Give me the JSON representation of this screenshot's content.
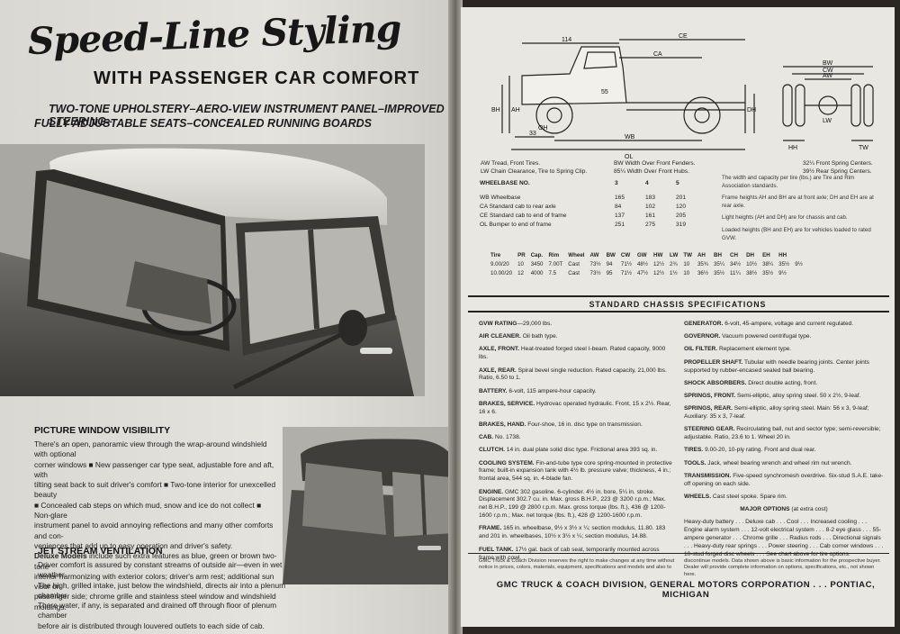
{
  "left": {
    "headline": "Speed-Line Styling",
    "headline_sub": "WITH PASSENGER CAR COMFORT",
    "subhead_1": "TWO-TONE UPHOLSTERY–AERO-VIEW INSTRUMENT PANEL–IMPROVED STEERING–",
    "subhead_2": "FULLY ADJUSTABLE SEATS–CONCEALED RUNNING BOARDS",
    "section_1_title": "PICTURE WINDOW VISIBILITY",
    "section_1_lines": [
      "There's an open, panoramic view through the wrap-around windshield with optional",
      "corner windows ■ New passenger car type seat, adjustable fore and aft, with",
      "tilting seat back to suit driver's comfort ■ Two-tone interior for unexcelled beauty",
      "■ Concealed cab steps on which mud, snow and ice do not collect ■ Non-glare",
      "instrument panel to avoid annoying reflections and many other comforts and con-",
      "veniences that add up to easy operation and driver's safety."
    ],
    "deluxe_title": "Deluxe Models",
    "deluxe_lines": [
      "such extra features as blue, green or brown two-tone",
      "interior harmonizing with exterior colors; driver's arm rest; additional sun visor on",
      "passenger side; chrome grille and stainless steel window and windshield moldings."
    ],
    "deluxe_lead": "include",
    "section_2_title": "JET STREAM VENTILATION",
    "section_2_lines": [
      "Driver comfort is assured by constant streams of outside air—even in wet weather.",
      "The high, grilled intake, just below the windshield, directs air into a plenum chamber.",
      "There water, if any, is separated and drained off through floor of plenum chamber",
      "before air is distributed through louvered outlets to each side of cab."
    ]
  },
  "right": {
    "diagram_labels": {
      "ce": "CE",
      "ca": "CA",
      "wb": "WB",
      "ol": "OL",
      "cw": "CW",
      "bw": "BW",
      "aw": "AW",
      "tw": "TW",
      "bh": "BH",
      "ah": "AH",
      "oh": "OH",
      "dh": "DH",
      "hh": "HH",
      "lw": "LW",
      "d114": "114",
      "d55": "55",
      "d33": "33"
    },
    "legend": [
      "AW  Tread, Front Tires.",
      "LW  Chain Clearance, Tire to Spring Clip.",
      "BW  Width Over Front Fenders.",
      "85¼  Width Over Front Hubs.",
      "32¼  Front Spring Centers.",
      "39½  Rear Spring Centers."
    ],
    "wheelbase": {
      "header": [
        "WHEELBASE NO.",
        "3",
        "4",
        "5"
      ],
      "rows": [
        [
          "WB  Wheelbase",
          "165",
          "183",
          "201"
        ],
        [
          "CA  Standard cab to rear axle",
          "84",
          "102",
          "120"
        ],
        [
          "CE  Standard cab to end of frame",
          "137",
          "161",
          "205"
        ],
        [
          "OL  Bumper to end of frame",
          "251",
          "275",
          "319"
        ]
      ]
    },
    "notes": [
      "The width and capacity per tire (lbs.) are Tire and Rim Association standards.",
      "Frame heights AH and BH are at front axle; DH and EH are at rear axle.",
      "Light heights (AH and DH) are for chassis and cab.",
      "Loaded heights (BH and EH) are for vehicles loaded to rated GVW."
    ],
    "tire_table": {
      "header": [
        "Tire",
        "PR",
        "Cap.",
        "Rim",
        "Wheel",
        "AW",
        "BW",
        "CW",
        "GW",
        "HW",
        "LW",
        "TW",
        "AH",
        "BH",
        "CH",
        "DH",
        "EH",
        "HH"
      ],
      "rows": [
        [
          "9.00/20",
          "10",
          "3450",
          "7.00T",
          "Cast",
          "73½",
          "94",
          "71½",
          "48½",
          "12½",
          "2¾",
          "10",
          "35¾",
          "35¼",
          "34½",
          "10½",
          "38¼",
          "35½",
          "9½"
        ],
        [
          "10.00/20",
          "12",
          "4000",
          "7.5",
          "Cast",
          "73½",
          "95",
          "71½",
          "47½",
          "12½",
          "1½",
          "10",
          "36½",
          "35½",
          "11¼",
          "38½",
          "35½",
          "9½"
        ]
      ]
    },
    "std_title": "STANDARD CHASSIS SPECIFICATIONS",
    "spec_left": [
      {
        "k": "GVW RATING",
        "v": "—29,000 lbs."
      },
      {
        "k": "AIR CLEANER.",
        "v": "Oil bath type."
      },
      {
        "k": "AXLE, FRONT.",
        "v": "Heat-treated forged steel I-beam. Rated capacity, 9000 lbs."
      },
      {
        "k": "AXLE, REAR.",
        "v": "Spiral bevel single reduction. Rated capacity, 21,000 lbs. Ratio, 6.50 to 1."
      },
      {
        "k": "BATTERY.",
        "v": "6-volt, 115 ampere-hour capacity."
      },
      {
        "k": "BRAKES, SERVICE.",
        "v": "Hydrovac operated hydraulic. Front, 15 x 2½. Rear, 16 x 6."
      },
      {
        "k": "BRAKES, HAND.",
        "v": "Four-shoe, 16 in. disc type on transmission."
      },
      {
        "k": "CAB.",
        "v": "No. 1738."
      },
      {
        "k": "CLUTCH.",
        "v": "14 in. dual plate solid disc type. Frictional area 393 sq. in."
      },
      {
        "k": "COOLING SYSTEM.",
        "v": "Fin-and-tube type core spring-mounted in protective frame; built-in expansion tank with 4½ lb. pressure valve; thickness, 4 in.; frontal area, 544 sq. in. 4-blade fan."
      },
      {
        "k": "ENGINE.",
        "v": "GMC 302 gasoline. 6-cylinder. 4½ in. bore, 5¼ in. stroke. Displacement 302.7 cu. in. Max. gross B.H.P., 223 @ 3200 r.p.m.; Max. net B.H.P., 199 @ 2800 r.p.m. Max. gross torque (lbs. ft.), 436 @ 1200-1600 r.p.m.; Max. net torque (lbs. ft.), 428 @ 1200-1600 r.p.m."
      },
      {
        "k": "FRAME.",
        "v": "165 in. wheelbase, 9½ x 3½ x ¼; section modulus, 11.80. 183 and 201 in. wheelbases, 10½ x 3½ x ¼; section modulus, 14.88."
      },
      {
        "k": "FUEL TANK.",
        "v": "17½ gal. back of cab seat, temporarily mounted across frame with cowl."
      }
    ],
    "spec_right": [
      {
        "k": "GENERATOR.",
        "v": "6-volt, 45-ampere, voltage and current regulated."
      },
      {
        "k": "GOVERNOR.",
        "v": "Vacuum powered centrifugal type."
      },
      {
        "k": "OIL FILTER.",
        "v": "Replacement element type."
      },
      {
        "k": "PROPELLER SHAFT.",
        "v": "Tubular with needle bearing joints. Center joints supported by rubber-encased sealed ball bearing."
      },
      {
        "k": "SHOCK ABSORBERS.",
        "v": "Direct double acting, front."
      },
      {
        "k": "SPRINGS, FRONT.",
        "v": "Semi-elliptic, alloy spring steel. 50 x 2½, 9-leaf."
      },
      {
        "k": "SPRINGS, REAR.",
        "v": "Semi-elliptic, alloy spring steel. Main: 56 x 3, 9-leaf; Auxiliary: 35 x 3, 7-leaf."
      },
      {
        "k": "STEERING GEAR.",
        "v": "Recirculating ball, nut and sector type; semi-reversible; adjustable. Ratio, 23.6 to 1. Wheel 20 in."
      },
      {
        "k": "TIRES.",
        "v": "9.00-20, 10-ply rating. Front and dual rear."
      },
      {
        "k": "TOOLS.",
        "v": "Jack, wheel bearing wrench and wheel rim nut wrench."
      },
      {
        "k": "TRANSMISSION.",
        "v": "Five-speed synchromesh overdrive. Six-stud S.A.E. take-off opening on each side."
      },
      {
        "k": "WHEELS.",
        "v": "Cast steel spoke. Spare rim."
      },
      {
        "k": "MAJOR OPTIONS",
        "v": "(at extra cost)"
      },
      {
        "k": "",
        "v": "Heavy-duty battery . . . Deluxe cab . . . Cool . . . Increased cooling . . . Engine alarm system . . . 12-volt electrical system . . . 8-2 eye glass . . . 55-ampere generator . . . Chrome grille . . . Radius rods . . . Directional signals . . . Heavy-duty rear springs . . . Power steering . . . Cab corner windows . . . 10-stud forged disc wheels . . . See chart above for tire options."
      }
    ],
    "footer_note_left": "GMC Truck & Coach Division reserves the right to make changes at any time without notice in prices, colors, materials, equipment, specifications and models and also to",
    "footer_note_right": "discontinue models. Data shown above is basic information for the prospective buyer. Dealer will provide complete information on options, specifications, etc., not shown here.",
    "footer": "GMC TRUCK & COACH DIVISION, GENERAL MOTORS CORPORATION . . . PONTIAC, MICHIGAN"
  },
  "colors": {
    "page": "#e8e7e2",
    "ink": "#1d1d1d",
    "gutter": "#6a675f",
    "background": "#2a2622"
  }
}
